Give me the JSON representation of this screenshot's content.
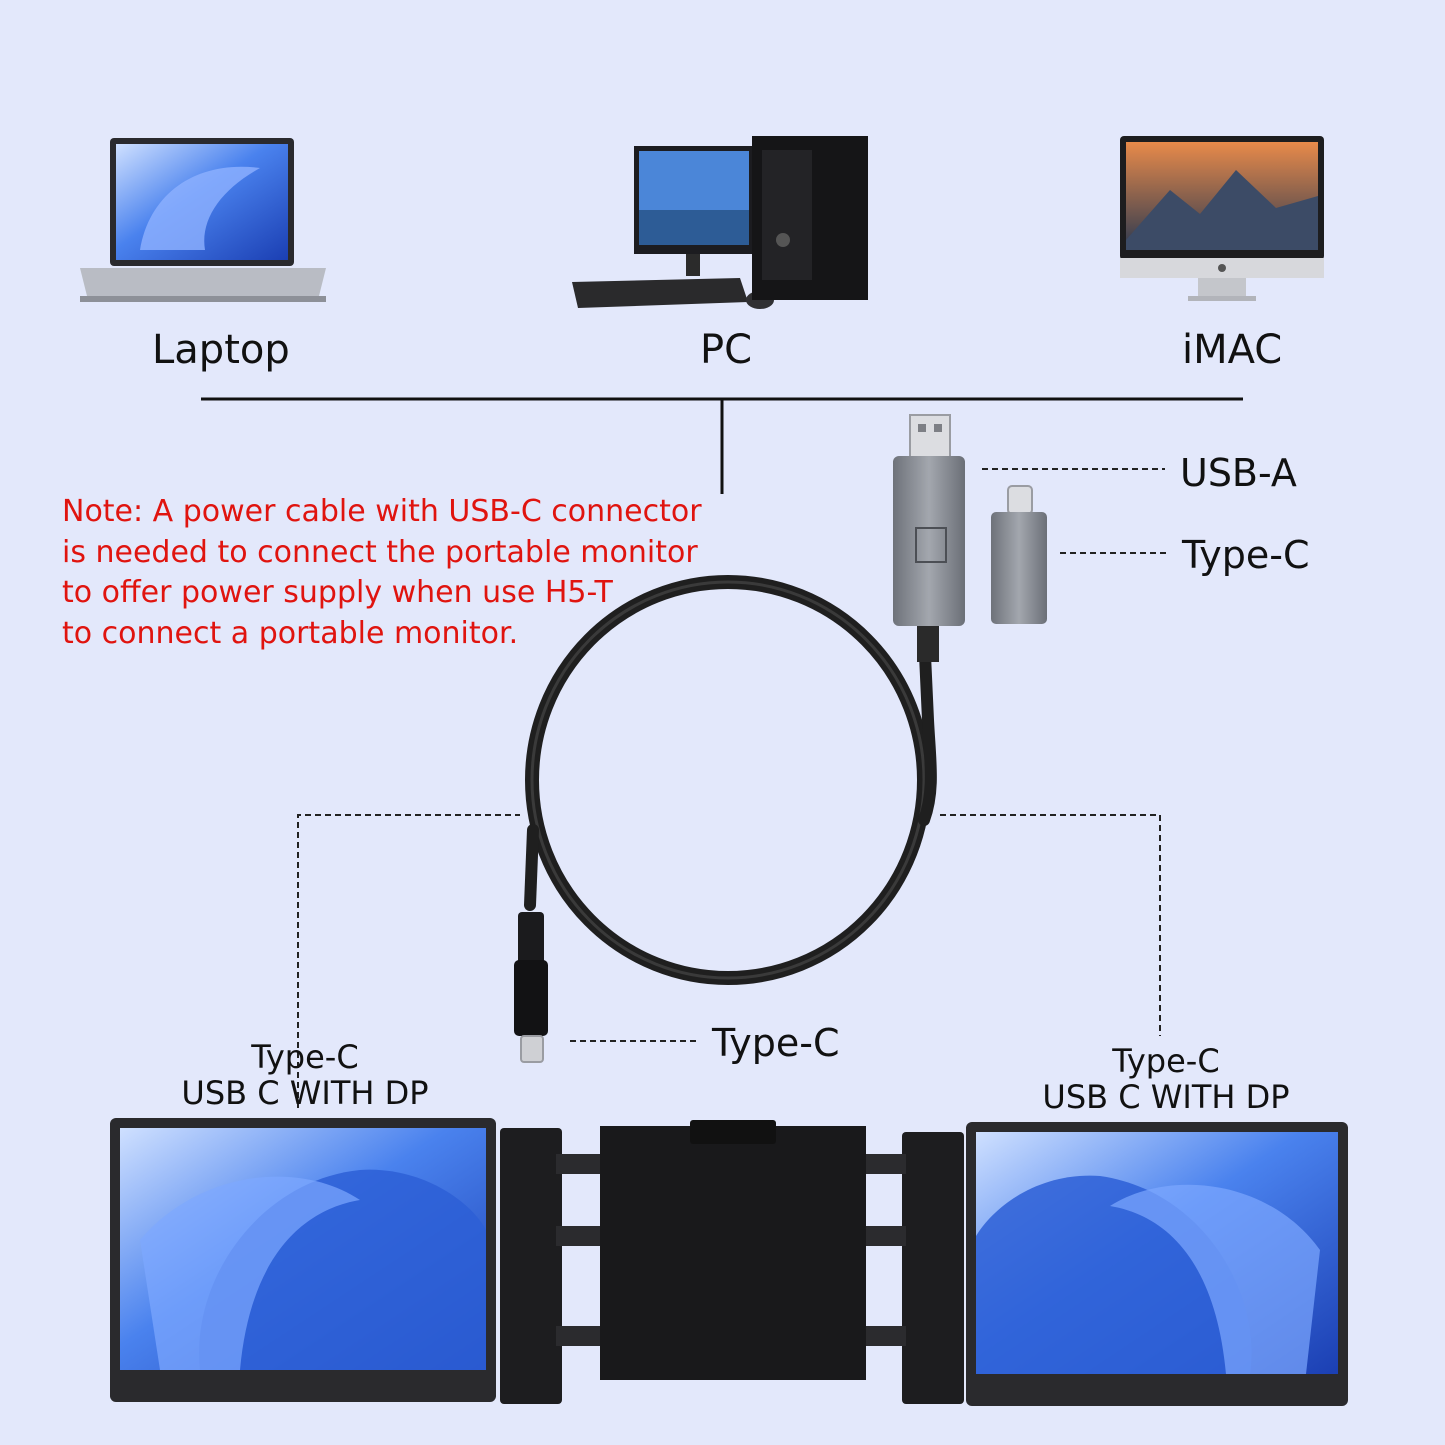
{
  "colors": {
    "background": "#e3e8fb",
    "line": "#111111",
    "note_text": "#e0140f",
    "label_text": "#111111",
    "cable": "#1f1f1f",
    "adapter_metal": "#8a8e96",
    "screen_blue": "#3e79e6"
  },
  "devices": {
    "laptop": {
      "label": "Laptop",
      "icon": "laptop-icon"
    },
    "pc": {
      "label": "PC",
      "icon": "desktop-pc-icon"
    },
    "imac": {
      "label": "iMAC",
      "icon": "imac-icon"
    }
  },
  "note": {
    "lines": [
      "Note: A power cable with USB-C connector",
      "is needed to connect the portable monitor",
      "to offer power supply when use H5-T",
      "to connect a portable monitor."
    ]
  },
  "connectors": {
    "usb_a": "USB-A",
    "type_c_adapter": "Type-C",
    "type_c_end": "Type-C"
  },
  "monitors": {
    "left": {
      "line1": "Type-C",
      "line2": "USB C WITH DP"
    },
    "right": {
      "line1": "Type-C",
      "line2": "USB C WITH DP"
    }
  }
}
